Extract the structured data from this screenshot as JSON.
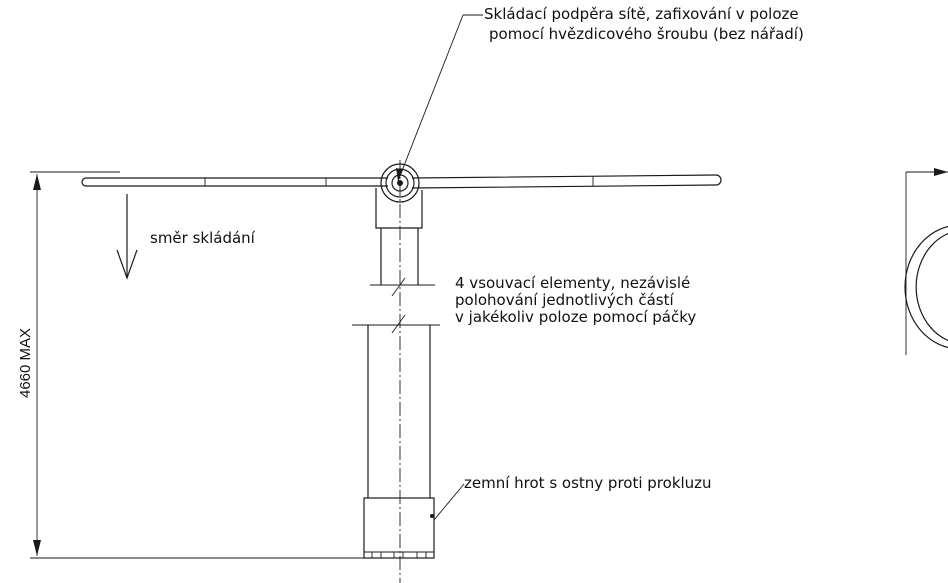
{
  "callouts": {
    "support_line1": "Skládací podpěra sítě, zafixování v poloze",
    "support_line2": "pomocí hvězdicového šroubu (bez nářadí)",
    "fold_direction": "směr skládání",
    "telescopic_line1": "4 vsouvací elementy, nezávislé",
    "telescopic_line2": "polohování jednotlivých částí",
    "telescopic_line3": "v jakékoliv poloze pomocí páčky",
    "ground_spike": "zemní hrot s ostny proti prokluzu"
  },
  "dimension": {
    "height_label": "4660 MAX"
  }
}
